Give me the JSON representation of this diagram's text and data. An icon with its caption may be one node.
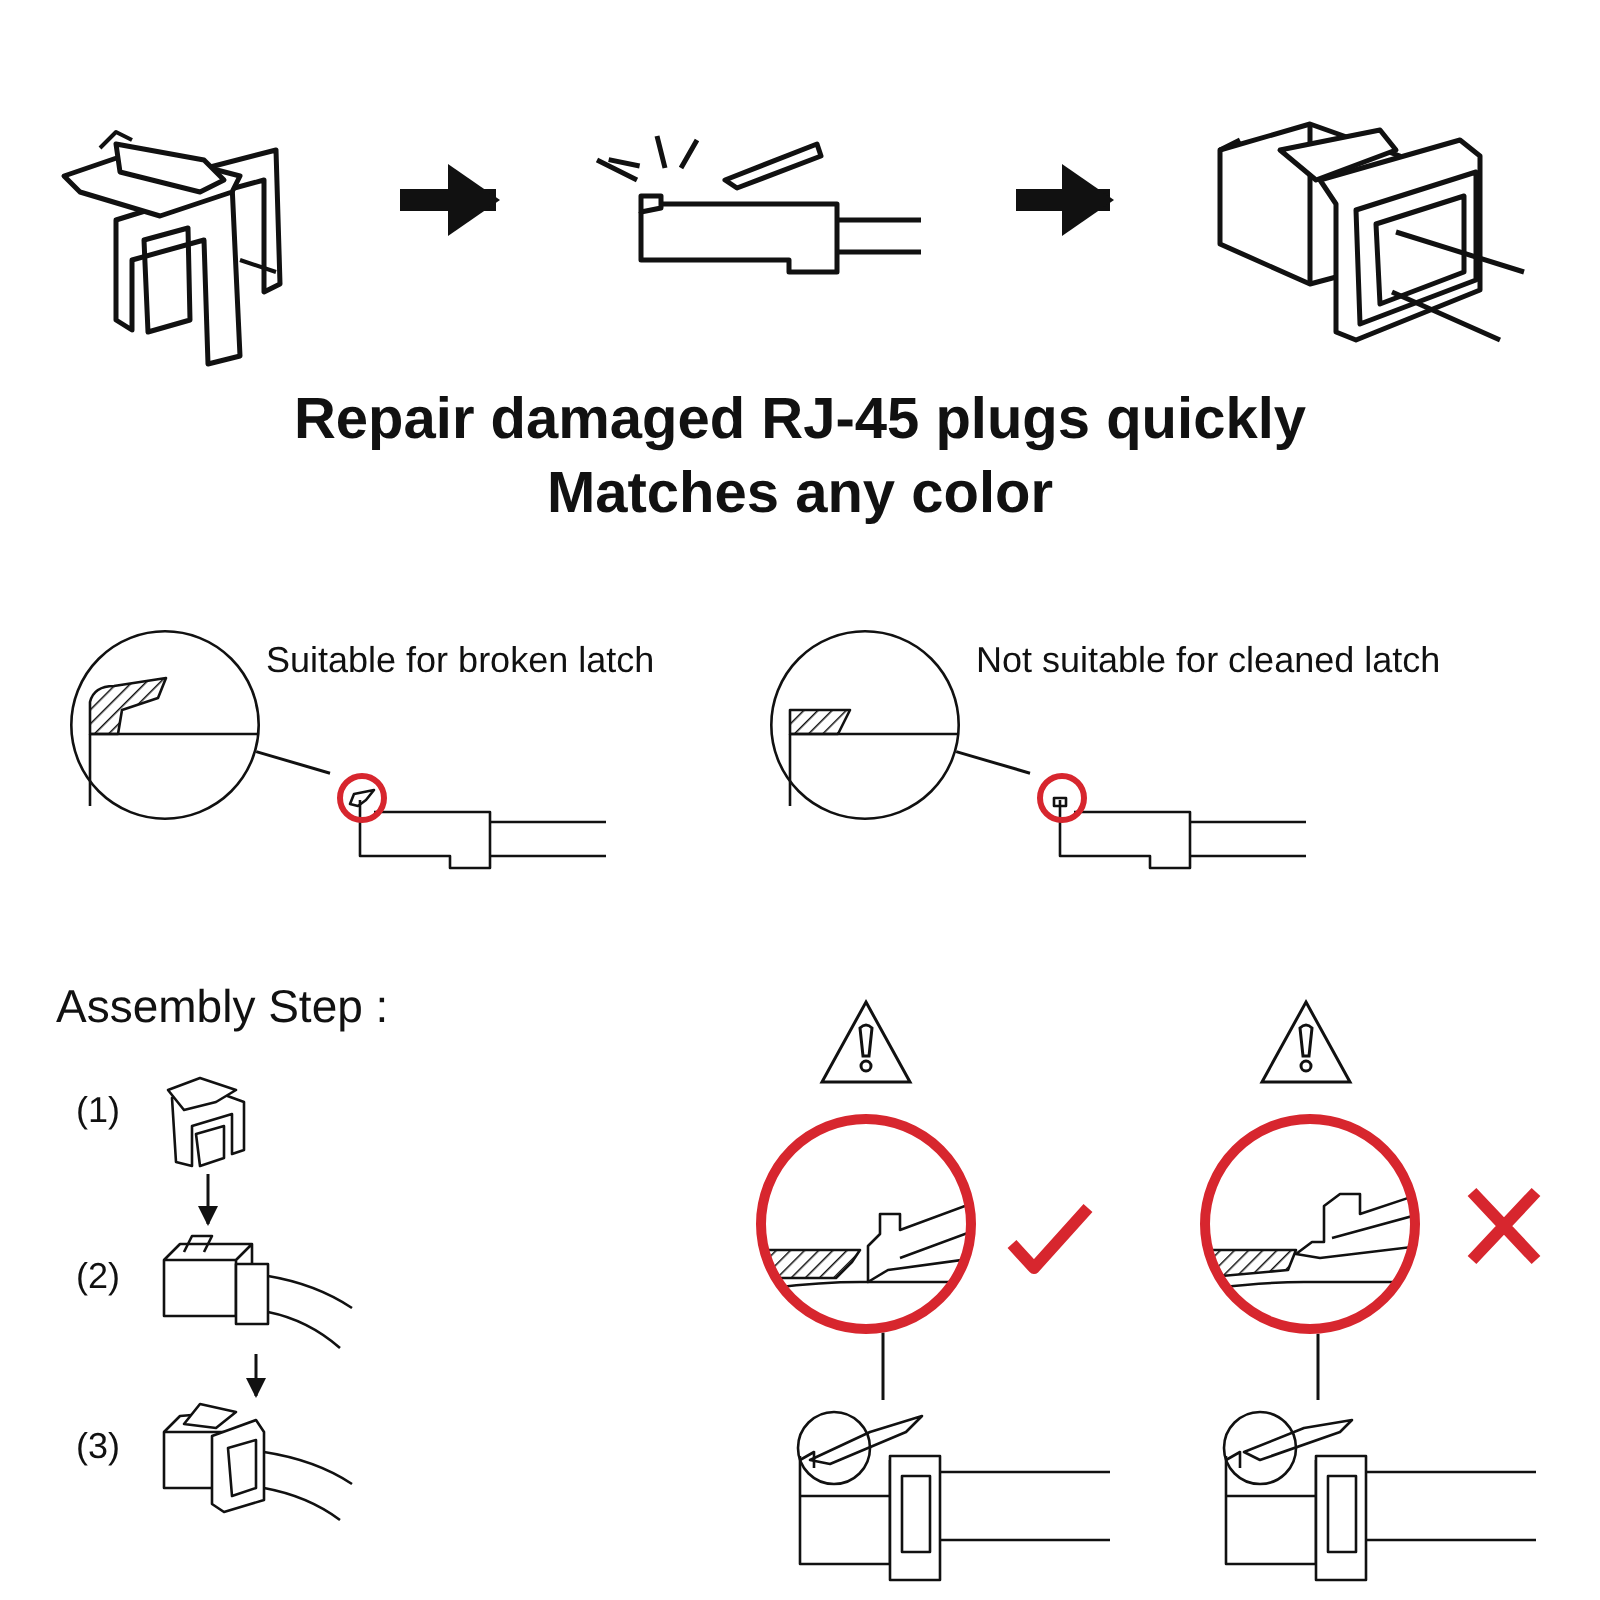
{
  "diagram": {
    "title": "Repair damaged RJ-45 plugs quickly",
    "nodes": [
      {
        "text": [],
        "shape": "picture"
      },
      {
        "text": [],
        "shape": "picture"
      },
      {
        "text": [],
        "shape": "picture"
      },
      {
        "text": [],
        "shape": "circle",
        "beside": [
          "Suitable for broken latch"
        ]
      },
      {
        "text": [],
        "shape": "picture"
      },
      {
        "text": [],
        "shape": "circle",
        "beside": [
          "Not suitable for cleaned latch"
        ]
      },
      {
        "text": [],
        "shape": "picture"
      },
      {
        "text": [],
        "shape": "picture",
        "beside": [
          "(1)"
        ]
      },
      {
        "text": [],
        "shape": "picture",
        "beside": [
          "(2)"
        ]
      },
      {
        "text": [],
        "shape": "picture",
        "beside": [
          "(3)"
        ]
      },
      {
        "text": [],
        "shape": "circle"
      },
      {
        "text": [],
        "shape": "picture"
      },
      {
        "text": [],
        "shape": "circle"
      },
      {
        "text": [],
        "shape": "picture"
      }
    ],
    "edges": [
      {
        "from": 0,
        "to": 1,
        "arrow": "to",
        "style": "thick"
      },
      {
        "from": 1,
        "to": 2,
        "arrow": "to",
        "style": "thick"
      },
      {
        "from": 3,
        "to": 4,
        "arrow": "none"
      },
      {
        "from": 5,
        "to": 6,
        "arrow": "none"
      },
      {
        "from": 7,
        "to": 8,
        "arrow": "to"
      },
      {
        "from": 8,
        "to": 9,
        "arrow": "to"
      },
      {
        "from": 10,
        "to": 11,
        "arrow": "none"
      },
      {
        "from": 12,
        "to": 13,
        "arrow": "none"
      }
    ],
    "labels": [
      "Matches any color",
      "Assembly Step :"
    ]
  }
}
